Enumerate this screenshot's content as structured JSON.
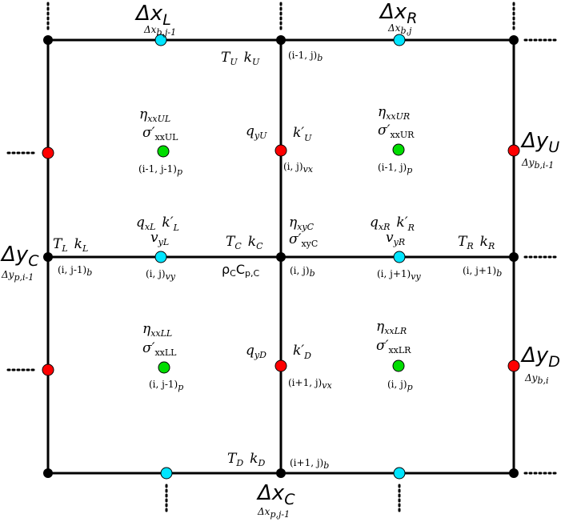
{
  "colors": {
    "grid_line": "#000000",
    "corner_node": "#000000",
    "vx_node": "#ff0000",
    "vy_node": "#00e5ff",
    "p_node": "#00dd00"
  },
  "spacing": {
    "dxL": "Δx",
    "dxL_sub": "L",
    "dxL_small": "Δx",
    "dxL_small_sub": "b,j-1",
    "dxR": "Δx",
    "dxR_sub": "R",
    "dxR_small": "Δx",
    "dxR_small_sub": "b,j",
    "dxC": "Δx",
    "dxC_sub": "C",
    "dxC_small": "Δx",
    "dxC_small_sub": "p,j-1",
    "dyU": "Δy",
    "dyU_sub": "U",
    "dyU_small": "Δy",
    "dyU_small_sub": "b,i-1",
    "dyC": "Δy",
    "dyC_sub": "C",
    "dyC_small": "Δy",
    "dyC_small_sub": "p,i-1",
    "dyD": "Δy",
    "dyD_sub": "D",
    "dyD_small": "Δy",
    "dyD_small_sub": "b,i"
  },
  "basic_nodes": {
    "U": {
      "T": "T",
      "T_sub": "U",
      "k": "k",
      "k_sub": "U",
      "idx": "(i-1, j)",
      "idx_sub": "b"
    },
    "L": {
      "T": "T",
      "T_sub": "L",
      "k": "k",
      "k_sub": "L",
      "idx": "(i, j-1)",
      "idx_sub": "b"
    },
    "C": {
      "T": "T",
      "T_sub": "C",
      "k": "k",
      "k_sub": "C",
      "idx": "(i, j)",
      "idx_sub": "b",
      "rho": "ρ",
      "rho_sub": "C",
      "cp": "C",
      "cp_sub": "p,C"
    },
    "R": {
      "T": "T",
      "T_sub": "R",
      "k": "k",
      "k_sub": "R",
      "idx": "(i, j+1)",
      "idx_sub": "b"
    },
    "D": {
      "T": "T",
      "T_sub": "D",
      "k": "k",
      "k_sub": "D",
      "idx": "(i+1, j)",
      "idx_sub": "b"
    }
  },
  "vx_nodes": {
    "U": {
      "q": "q",
      "q_sub": "yU",
      "k": "k′",
      "k_sub": "U",
      "idx": "(i, j)",
      "idx_sub": "vx"
    },
    "D": {
      "q": "q",
      "q_sub": "yD",
      "k": "k′",
      "k_sub": "D",
      "idx": "(i+1, j)",
      "idx_sub": "vx"
    }
  },
  "vy_nodes": {
    "L": {
      "q": "q",
      "q_sub": "xL",
      "k": "k′",
      "k_sub": "L",
      "v": "v",
      "v_sub": "yL",
      "idx": "(i, j)",
      "idx_sub": "vy"
    },
    "R": {
      "q": "q",
      "q_sub": "xR",
      "k": "k′",
      "k_sub": "R",
      "v": "v",
      "v_sub": "yR",
      "idx": "(i, j+1)",
      "idx_sub": "vy"
    }
  },
  "center_shear": {
    "eta": "η",
    "eta_sub": "xyC",
    "sigma": "σ′",
    "sigma_sub": "xyC"
  },
  "p_nodes": {
    "UL": {
      "eta": "η",
      "eta_sub": "xxUL",
      "sigma": "σ′",
      "sigma_sub": "xxUL",
      "idx": "(i-1, j-1)",
      "idx_sub": "p"
    },
    "UR": {
      "eta": "η",
      "eta_sub": "xxUR",
      "sigma": "σ′",
      "sigma_sub": "xxUR",
      "idx": "(i-1, j)",
      "idx_sub": "p"
    },
    "LL": {
      "eta": "η",
      "eta_sub": "xxLL",
      "sigma": "σ′",
      "sigma_sub": "xxLL",
      "idx": "(i, j-1)",
      "idx_sub": "p"
    },
    "LR": {
      "eta": "η",
      "eta_sub": "xxLR",
      "sigma": "σ′",
      "sigma_sub": "xxLR",
      "idx": "(i, j)",
      "idx_sub": "p"
    }
  }
}
